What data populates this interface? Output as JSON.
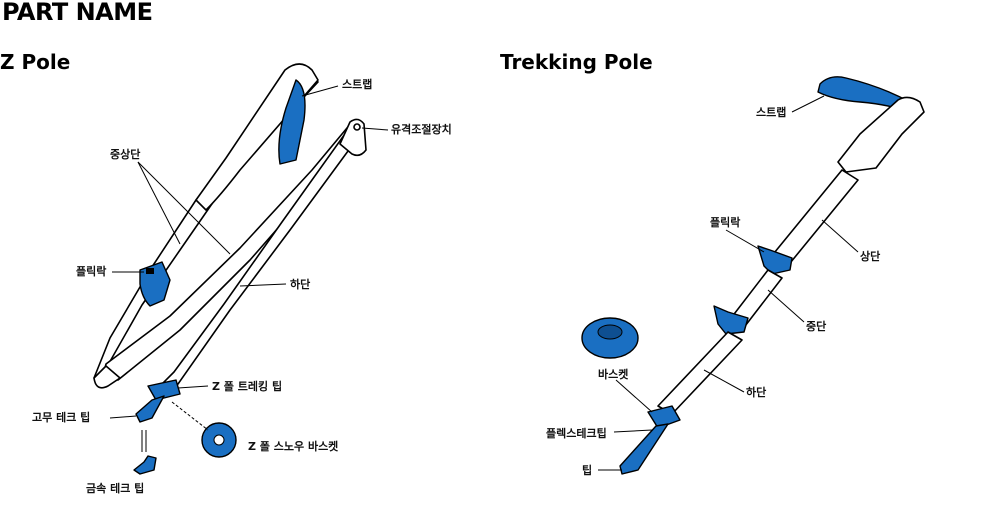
{
  "page": {
    "title": "PART NAME"
  },
  "z_pole": {
    "heading": "Z Pole",
    "labels": {
      "strap": "스트랩",
      "adjuster": "유격조절장치",
      "upper_mid": "중상단",
      "flick_lock": "플릭락",
      "lower": "하단",
      "trekking_tip": "Z 폴 트레킹 팁",
      "rubber_tip": "고무 테크 팁",
      "snow_basket": "Z 폴 스노우 바스켓",
      "metal_tip": "금속 테크 팁"
    }
  },
  "trekking_pole": {
    "heading": "Trekking Pole",
    "labels": {
      "strap": "스트랩",
      "flick_lock": "플릭락",
      "upper": "상단",
      "middle": "중단",
      "basket": "바스켓",
      "lower": "하단",
      "flex_tech_tip": "플렉스테크팁",
      "tip": "팁"
    }
  },
  "colors": {
    "accent": "#1a6fc2",
    "outline": "#000000"
  }
}
